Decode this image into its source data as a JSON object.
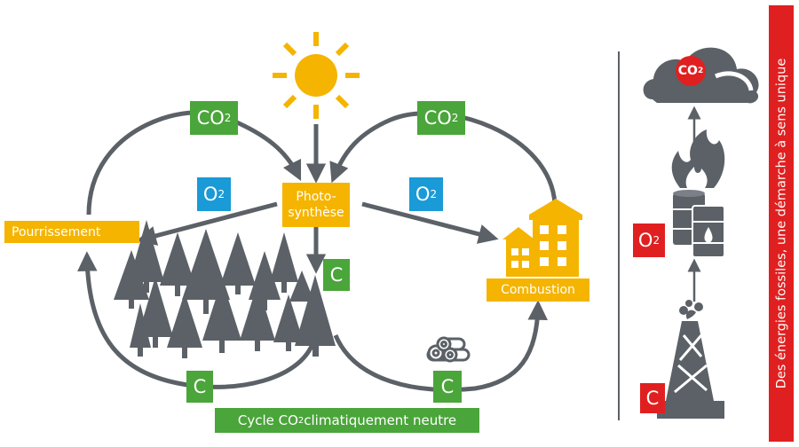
{
  "labels": {
    "co2_left": {
      "base": "CO",
      "sub": "2"
    },
    "co2_right": {
      "base": "CO",
      "sub": "2"
    },
    "o2_left": {
      "base": "O",
      "sub": "2"
    },
    "o2_right": {
      "base": "O",
      "sub": "2"
    },
    "photo_line1": "Photo-",
    "photo_line2": "synthèse",
    "pourrissement": "Pourrissement",
    "combustion": "Combustion",
    "c_mid": "C",
    "c_bottom_left": "C",
    "c_bottom_right": "C",
    "cycle_pre": "Cycle CO",
    "cycle_sub": "2",
    "cycle_post": " climatiquement neutre"
  },
  "fossil": {
    "cloud_co2": {
      "base": "CO",
      "sub": "2"
    },
    "o2": {
      "base": "O",
      "sub": "2"
    },
    "c": "C",
    "side_banner": "Des énergies fossiles, une démarche à sens unique"
  },
  "colors": {
    "green": "#4aa53a",
    "blue": "#1a9ad6",
    "yellow": "#f5b400",
    "red": "#e02020",
    "gray": "#5b6167",
    "sun": "#f5b400"
  },
  "icons": [
    "sun-icon",
    "forest-icon",
    "house-icon",
    "logs-icon",
    "cloud-icon",
    "oil-barrels-fire-icon",
    "oil-derrick-icon"
  ]
}
